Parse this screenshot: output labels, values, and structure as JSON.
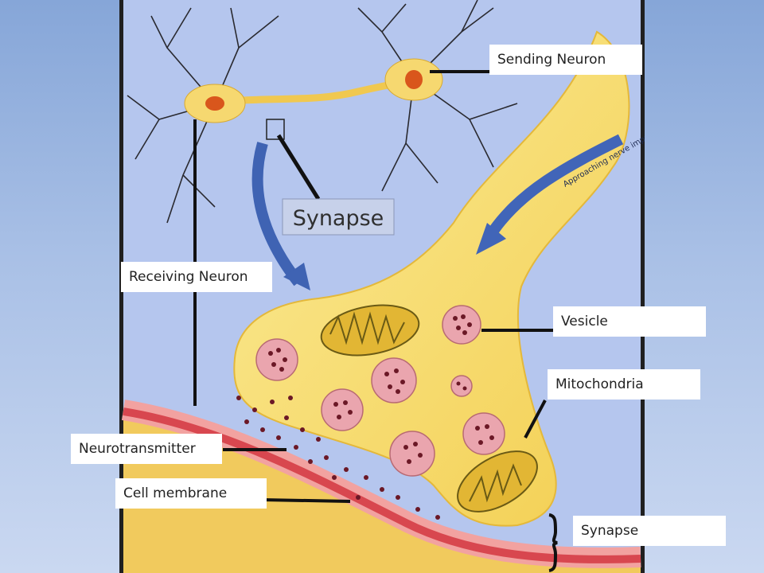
{
  "figure": {
    "embedded_title": "Synapse",
    "impulse_caption": "Approaching nerve impulse"
  },
  "labels": {
    "sending_neuron": "Sending Neuron",
    "receiving_neuron": "Receiving Neuron",
    "vesicle": "Vesicle",
    "mitochondria": "Mitochondria",
    "neurotransmitter": "Neurotransmitter",
    "cell_membrane": "Cell membrane",
    "synapse": "Synapse"
  },
  "colors": {
    "background_top": "#86a6d8",
    "panel": "#b4c5ee",
    "axon_fill": "#f8e07a",
    "membrane_red": "#d8474f",
    "vesicle_fill": "#eaa5ae",
    "dots": "#6b1826"
  }
}
